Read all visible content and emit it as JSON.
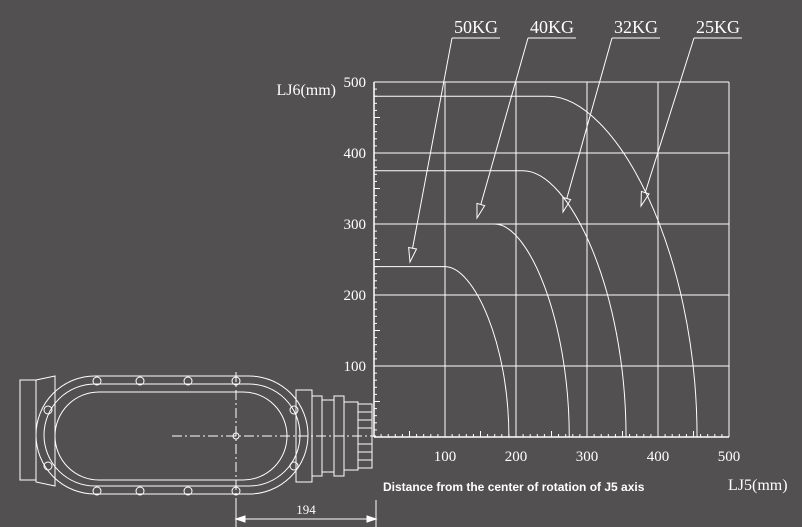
{
  "chart_data": {
    "type": "line",
    "title": "",
    "xlabel": "LJ5(mm)",
    "ylabel": "LJ6(mm)",
    "caption": "Distance from the center of rotation of J5 axis",
    "xlim": [
      0,
      500
    ],
    "ylim": [
      0,
      500
    ],
    "x_ticks": [
      100,
      200,
      300,
      400,
      500
    ],
    "y_ticks": [
      100,
      200,
      300,
      400,
      500
    ],
    "grid": true,
    "series": [
      {
        "name": "50KG",
        "flat_lj6": 240,
        "flat_until_lj5": 100,
        "reach_lj5": 190
      },
      {
        "name": "40KG",
        "flat_lj6": 300,
        "flat_until_lj5": 170,
        "reach_lj5": 275
      },
      {
        "name": "32KG",
        "flat_lj6": 375,
        "flat_until_lj5": 210,
        "reach_lj5": 355
      },
      {
        "name": "25KG",
        "flat_lj6": 480,
        "flat_until_lj5": 245,
        "reach_lj5": 455
      }
    ],
    "dimension": {
      "label": "194"
    },
    "colors": {
      "background": "#525050",
      "lines": "#ffffff"
    }
  }
}
